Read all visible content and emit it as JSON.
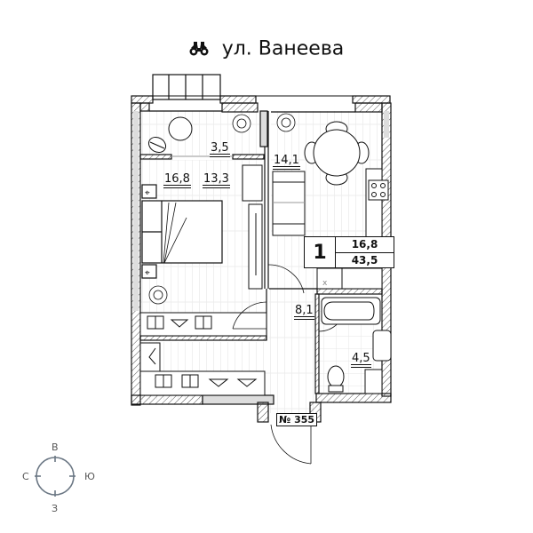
{
  "header": {
    "icon": "binoculars-icon",
    "street_label": "ул. Ванеева"
  },
  "rooms": [
    {
      "id": "balcony",
      "area": "3,5"
    },
    {
      "id": "kitchen",
      "area": "14,1"
    },
    {
      "id": "bedroom-living",
      "area": "16,8"
    },
    {
      "id": "bedroom-sub",
      "area": "13,3"
    },
    {
      "id": "hallway",
      "area": "8,1"
    },
    {
      "id": "bathroom",
      "area": "4,5"
    }
  ],
  "summary_badge": {
    "rooms_count": "1",
    "living_area": "16,8",
    "total_area": "43,5"
  },
  "apartment_number": "№ 355",
  "compass": {
    "north": "В",
    "west": "С",
    "east": "Ю",
    "south": "З"
  },
  "colors": {
    "wall_line": "#111111",
    "hatch": "#555555",
    "floor_line": "#d9d9d9",
    "compass": "#6b7784"
  }
}
